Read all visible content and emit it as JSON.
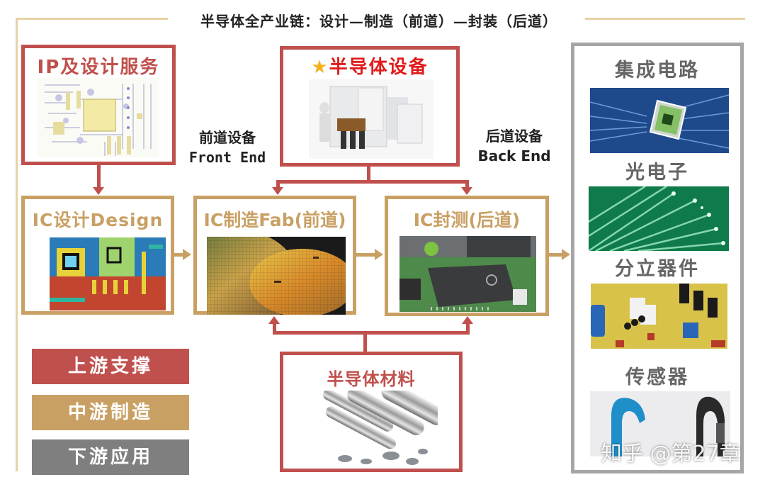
{
  "title": "半导体全产业链：设计—制造（前道）—封装（后道）",
  "colors": {
    "upstream_red": "#c0504d",
    "midstream_gold": "#c9a064",
    "downstream_gray": "#7f7f7f",
    "frame_line": "#e6d3a6",
    "star": "#f2b21b"
  },
  "upstream": {
    "ip_design_services": {
      "label": "IP及设计服务",
      "image": "circuit-schematic"
    },
    "equipment": {
      "label": "半导体设备",
      "star_icon": "★",
      "image": "semiconductor-equipment-machine"
    },
    "materials": {
      "label": "半导体材料",
      "image": "silicon-ingots"
    }
  },
  "side_labels": {
    "front_end": {
      "cn": "前道设备",
      "en": "Front End"
    },
    "back_end": {
      "cn": "后道设备",
      "en": "Back End"
    }
  },
  "midstream": {
    "ic_design": {
      "label": "IC设计Design",
      "image": "ic-layout"
    },
    "ic_fab": {
      "label": "IC制造Fab(前道)",
      "image": "silicon-wafer"
    },
    "ic_packaging_test": {
      "label": "IC封测(后道)",
      "image": "packaged-chip"
    }
  },
  "downstream": {
    "items": [
      {
        "label": "集成电路",
        "image": "integrated-circuit-chip"
      },
      {
        "label": "光电子",
        "image": "optical-fiber"
      },
      {
        "label": "分立器件",
        "image": "discrete-components"
      },
      {
        "label": "传感器",
        "image": "sensor-wearables"
      }
    ]
  },
  "legend": {
    "items": [
      {
        "label": "上游支撑",
        "color": "#c0504d"
      },
      {
        "label": "中游制造",
        "color": "#c9a064"
      },
      {
        "label": "下游应用",
        "color": "#7f7f7f"
      }
    ]
  },
  "watermark": "知乎 @第27章"
}
